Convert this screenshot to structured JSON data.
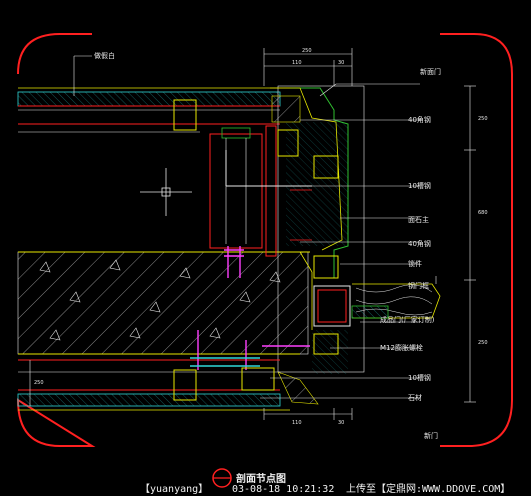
{
  "colors": {
    "background": "#000000",
    "frame": "#ff2020",
    "yellow_line": "#e8e800",
    "cyan_line": "#30d8d8",
    "green_line": "#30c030",
    "white_line": "#e8e8e8",
    "magenta": "#ff40ff"
  },
  "annotations": {
    "top_left": "做假白",
    "top_right": "新面门",
    "steel_angle_1": "40角钢",
    "steel_channel_1": "10槽钢",
    "stone": "面石主",
    "steel_angle_2": "40角钢",
    "lock": "锁件",
    "door_edge": "钢门框",
    "door_frame": "成品门(厂家订制)",
    "bolt": "M12膨胀螺栓",
    "steel_channel_2": "10槽钢",
    "stone_2": "石材",
    "bottom_right": "新门"
  },
  "dimensions": {
    "top_total": "250",
    "top_left": "110",
    "top_right": "30",
    "right_top": "250",
    "right_mid": "680",
    "right_bottom": "250",
    "left_side": "250",
    "bottom_left": "110",
    "bottom_right": "30"
  },
  "title": "剖面节点图",
  "footer": {
    "user": "【yuanyang】",
    "date": "03-08-18 10:21:32",
    "upload": "上传至【定鼎网:WWW.DDOVE.COM】"
  },
  "icons": [
    "crosshair-icon",
    "bolt-icon",
    "title-badge-icon"
  ]
}
